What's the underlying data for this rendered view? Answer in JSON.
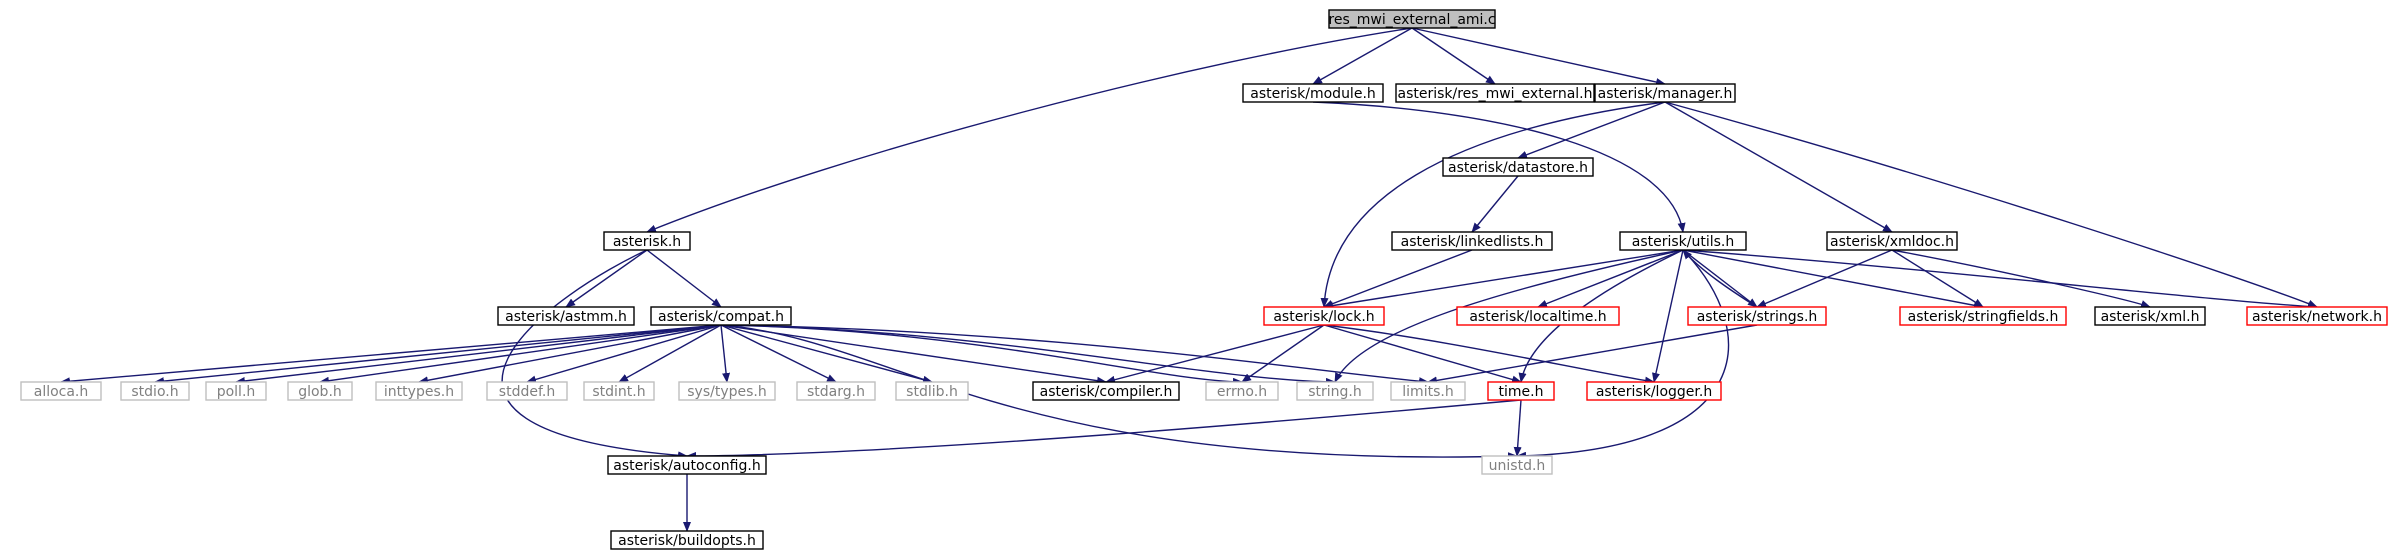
{
  "colors": {
    "edge": "#191970",
    "border_default": "#000000",
    "border_truncated": "#ff0000",
    "border_external": "#bfbfbf",
    "root_fill": "#bfbfbf",
    "node_fill": "#ffffff",
    "text_default": "#000000",
    "text_external": "#808080"
  },
  "nodes": [
    {
      "id": "root",
      "label": "res_mwi_external_ami.c",
      "kind": "root"
    },
    {
      "id": "module",
      "label": "asterisk/module.h",
      "kind": "normal"
    },
    {
      "id": "resmwi",
      "label": "asterisk/res_mwi_external.h",
      "kind": "normal"
    },
    {
      "id": "manager",
      "label": "asterisk/manager.h",
      "kind": "normal"
    },
    {
      "id": "datastore",
      "label": "asterisk/datastore.h",
      "kind": "normal"
    },
    {
      "id": "asterisk",
      "label": "asterisk.h",
      "kind": "normal"
    },
    {
      "id": "linkedlists",
      "label": "asterisk/linkedlists.h",
      "kind": "normal"
    },
    {
      "id": "utils",
      "label": "asterisk/utils.h",
      "kind": "normal"
    },
    {
      "id": "xmldoc",
      "label": "asterisk/xmldoc.h",
      "kind": "normal"
    },
    {
      "id": "astmm",
      "label": "asterisk/astmm.h",
      "kind": "normal"
    },
    {
      "id": "compat",
      "label": "asterisk/compat.h",
      "kind": "normal"
    },
    {
      "id": "lock",
      "label": "asterisk/lock.h",
      "kind": "truncated"
    },
    {
      "id": "localtime",
      "label": "asterisk/localtime.h",
      "kind": "truncated"
    },
    {
      "id": "strings",
      "label": "asterisk/strings.h",
      "kind": "truncated"
    },
    {
      "id": "stringfields",
      "label": "asterisk/stringfields.h",
      "kind": "truncated"
    },
    {
      "id": "xml",
      "label": "asterisk/xml.h",
      "kind": "normal"
    },
    {
      "id": "network",
      "label": "asterisk/network.h",
      "kind": "truncated"
    },
    {
      "id": "alloca",
      "label": "alloca.h",
      "kind": "external"
    },
    {
      "id": "stdio",
      "label": "stdio.h",
      "kind": "external"
    },
    {
      "id": "poll",
      "label": "poll.h",
      "kind": "external"
    },
    {
      "id": "glob",
      "label": "glob.h",
      "kind": "external"
    },
    {
      "id": "inttypes",
      "label": "inttypes.h",
      "kind": "external"
    },
    {
      "id": "stddef",
      "label": "stddef.h",
      "kind": "external"
    },
    {
      "id": "stdint",
      "label": "stdint.h",
      "kind": "external"
    },
    {
      "id": "systypes",
      "label": "sys/types.h",
      "kind": "external"
    },
    {
      "id": "stdarg",
      "label": "stdarg.h",
      "kind": "external"
    },
    {
      "id": "stdlib",
      "label": "stdlib.h",
      "kind": "external"
    },
    {
      "id": "compiler",
      "label": "asterisk/compiler.h",
      "kind": "normal"
    },
    {
      "id": "errno",
      "label": "errno.h",
      "kind": "external"
    },
    {
      "id": "string",
      "label": "string.h",
      "kind": "external"
    },
    {
      "id": "limits",
      "label": "limits.h",
      "kind": "external"
    },
    {
      "id": "time",
      "label": "time.h",
      "kind": "truncated"
    },
    {
      "id": "logger",
      "label": "asterisk/logger.h",
      "kind": "truncated"
    },
    {
      "id": "autoconfig",
      "label": "asterisk/autoconfig.h",
      "kind": "normal"
    },
    {
      "id": "unistd",
      "label": "unistd.h",
      "kind": "external"
    },
    {
      "id": "buildopts",
      "label": "asterisk/buildopts.h",
      "kind": "normal"
    }
  ],
  "edges": [
    [
      "root",
      "module"
    ],
    [
      "root",
      "resmwi"
    ],
    [
      "root",
      "manager"
    ],
    [
      "root",
      "asterisk"
    ],
    [
      "module",
      "utils"
    ],
    [
      "manager",
      "lock"
    ],
    [
      "manager",
      "datastore"
    ],
    [
      "manager",
      "xmldoc"
    ],
    [
      "manager",
      "network"
    ],
    [
      "datastore",
      "linkedlists"
    ],
    [
      "linkedlists",
      "lock"
    ],
    [
      "asterisk",
      "astmm"
    ],
    [
      "asterisk",
      "compat"
    ],
    [
      "asterisk",
      "autoconfig"
    ],
    [
      "compat",
      "alloca"
    ],
    [
      "compat",
      "stdio"
    ],
    [
      "compat",
      "poll"
    ],
    [
      "compat",
      "glob"
    ],
    [
      "compat",
      "inttypes"
    ],
    [
      "compat",
      "stddef"
    ],
    [
      "compat",
      "stdint"
    ],
    [
      "compat",
      "systypes"
    ],
    [
      "compat",
      "stdarg"
    ],
    [
      "compat",
      "stdlib"
    ],
    [
      "compat",
      "compiler"
    ],
    [
      "compat",
      "errno"
    ],
    [
      "compat",
      "string"
    ],
    [
      "compat",
      "limits"
    ],
    [
      "compat",
      "unistd"
    ],
    [
      "lock",
      "compiler"
    ],
    [
      "lock",
      "errno"
    ],
    [
      "lock",
      "time"
    ],
    [
      "lock",
      "logger"
    ],
    [
      "utils",
      "lock"
    ],
    [
      "utils",
      "localtime"
    ],
    [
      "utils",
      "strings"
    ],
    [
      "utils",
      "stringfields"
    ],
    [
      "utils",
      "network"
    ],
    [
      "utils",
      "string"
    ],
    [
      "utils",
      "time"
    ],
    [
      "utils",
      "logger"
    ],
    [
      "utils",
      "unistd"
    ],
    [
      "strings",
      "utils"
    ],
    [
      "strings",
      "limits"
    ],
    [
      "xmldoc",
      "strings"
    ],
    [
      "xmldoc",
      "stringfields"
    ],
    [
      "xmldoc",
      "xml"
    ],
    [
      "time",
      "autoconfig"
    ],
    [
      "time",
      "unistd"
    ],
    [
      "autoconfig",
      "buildopts"
    ]
  ]
}
